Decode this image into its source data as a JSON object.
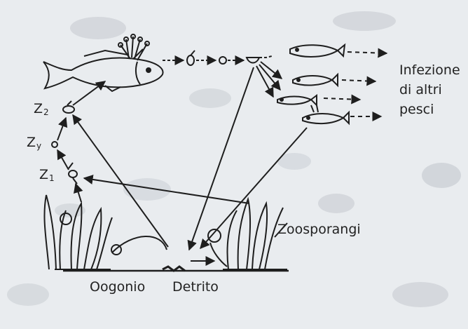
{
  "labels": {
    "infezione_line1": "Infezione",
    "infezione_line2": "di altri",
    "infezione_line3": "pesci",
    "z2_main": "Z",
    "z2_sub": "2",
    "zy_main": "Z",
    "zy_sub": "y",
    "z1_main": "Z",
    "z1_sub": "1",
    "zoosporangi": "Zoosporangi",
    "oogonio": "Oogonio",
    "detrito": "Detrito"
  },
  "colors": {
    "background": "#e9ecef",
    "ink": "#1e1e1e",
    "text": "#222222"
  }
}
